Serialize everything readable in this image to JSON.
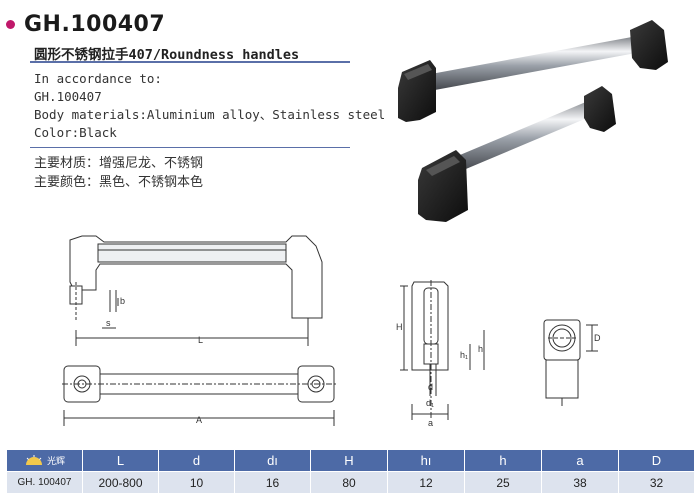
{
  "header": {
    "title": "GH.100407",
    "subtitle": "圆形不锈钢拉手407/Roundness handles"
  },
  "info_lines": [
    "In accordance to:",
    "GH.100407",
    "Body materials:Aluminium alloy、Stainless steel",
    "Color:Black"
  ],
  "cn_lines": [
    "主要材质：增强尼龙、不锈钢",
    "主要颜色：黑色、不锈钢本色"
  ],
  "drawing_labels": {
    "b": "b",
    "s": "s",
    "L": "L",
    "A": "A",
    "H": "H",
    "h1": "h₁",
    "h": "h",
    "d": "d",
    "d1": "d₁",
    "a": "a",
    "D": "D"
  },
  "table": {
    "brand": "光辉",
    "headers": [
      "L",
      "d",
      "dı",
      "H",
      "hı",
      "h",
      "a",
      "D"
    ],
    "rows": [
      {
        "model": "GH. 100407",
        "values": [
          "200-800",
          "10",
          "16",
          "80",
          "12",
          "25",
          "38",
          "32"
        ]
      }
    ]
  },
  "colors": {
    "accent_bullet": "#c0186a",
    "rule": "#5a6fa8",
    "table_header": "#4d6aa6",
    "table_row": "#dde3ee"
  }
}
